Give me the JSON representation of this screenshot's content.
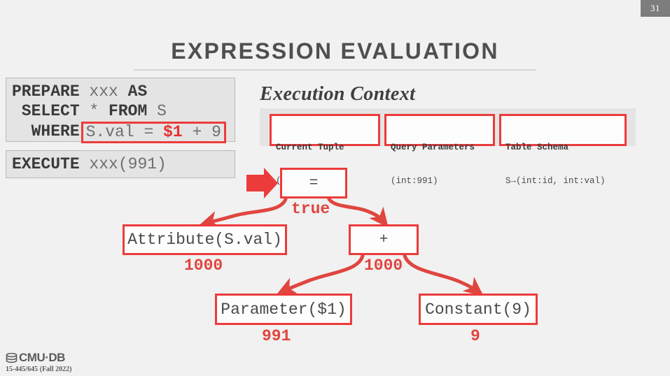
{
  "page": {
    "number": "31",
    "background_color": "#f1f1f1",
    "accent_color": "#ec3b3b"
  },
  "title": "EXPRESSION EVALUATION",
  "sql": {
    "prepare": {
      "line1_kw": "PREPARE",
      "line1_rest": " xxx ",
      "line1_kw2": "AS",
      "line2_kw": " SELECT",
      "line2_rest": " * ",
      "line2_kw2": "FROM",
      "line2_rest2": " S",
      "line3_kw": "  WHERE",
      "highlight_pre": "S.val = ",
      "highlight_param": "$1",
      "highlight_post": " + 9"
    },
    "execute": {
      "kw": "EXECUTE",
      "rest": " xxx(991)"
    }
  },
  "execution_context": {
    "heading": "Execution Context",
    "boxes": [
      {
        "label": "Current Tuple",
        "value": "(123, 1000)"
      },
      {
        "label": "Query Parameters",
        "value": "(int:991)"
      },
      {
        "label": "Table Schema",
        "value": "S→(int:id, int:val)"
      }
    ]
  },
  "tree": {
    "nodes": [
      {
        "id": "eq",
        "label": "="
      },
      {
        "id": "attr",
        "label": "Attribute(S.val)"
      },
      {
        "id": "plus",
        "label": "+"
      },
      {
        "id": "param",
        "label": "Parameter($1)"
      },
      {
        "id": "const",
        "label": "Constant(9)"
      }
    ],
    "values": [
      {
        "id": "true",
        "label": "true"
      },
      {
        "id": "1000a",
        "label": "1000"
      },
      {
        "id": "1000b",
        "label": "1000"
      },
      {
        "id": "991",
        "label": "991"
      },
      {
        "id": "9",
        "label": "9"
      }
    ]
  },
  "footer": {
    "logo": "CMU·DB",
    "course": "15-445/645 (Fall 2022)"
  }
}
